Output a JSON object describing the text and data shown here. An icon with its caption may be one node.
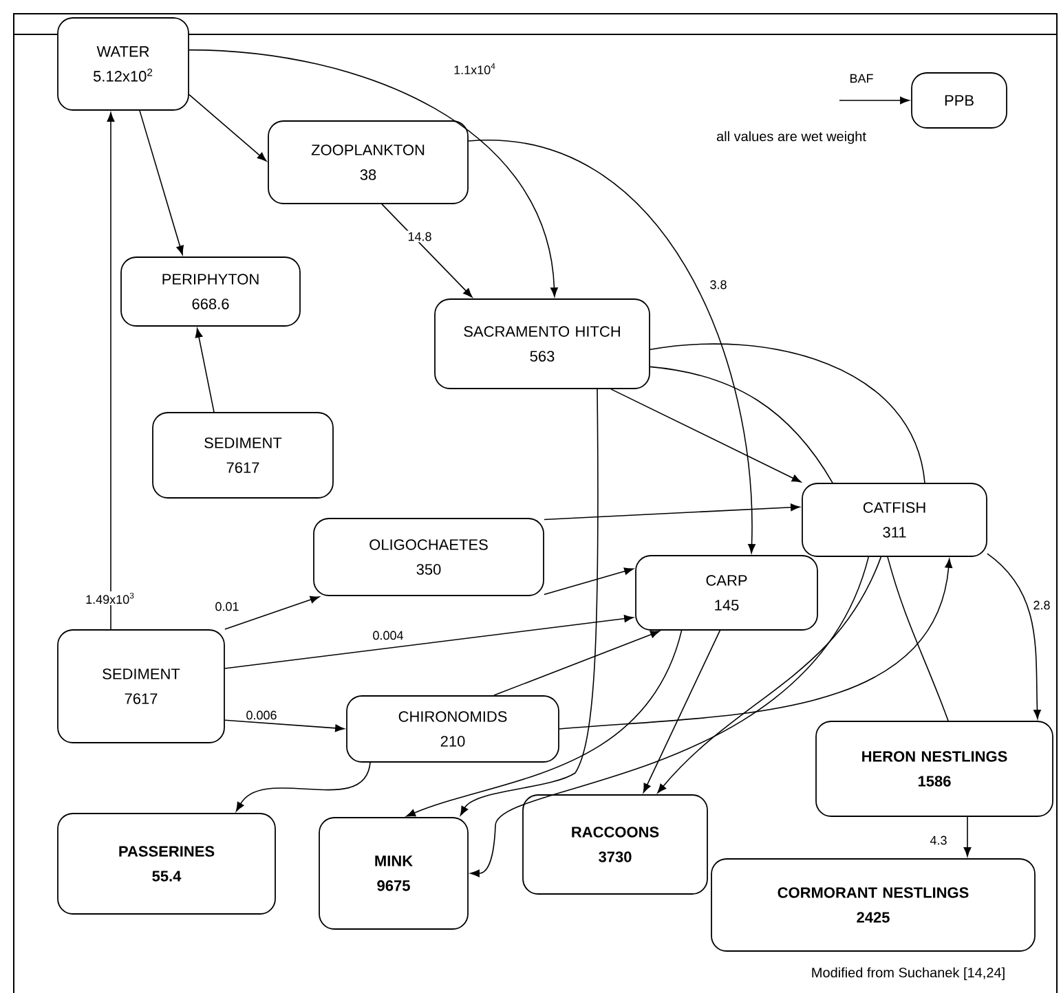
{
  "diagram": {
    "nodes": [
      {
        "text": [
          "WATER",
          "5.12x10$^{2}$"
        ]
      },
      {
        "text": [
          "ZOOPLANKTON",
          "38"
        ]
      },
      {
        "text": [
          "PERIPHYTON",
          "668.6"
        ]
      },
      {
        "text": [
          "SACRAMENTO HITCH",
          "563"
        ]
      },
      {
        "text": [
          "SEDIMENT",
          "7617"
        ]
      },
      {
        "text": [
          "OLIGOCHAETES",
          "350"
        ]
      },
      {
        "text": [
          "CARP",
          "145"
        ]
      },
      {
        "text": [
          "CATFISH",
          "311"
        ]
      },
      {
        "text": [
          "SEDIMENT",
          "7617"
        ]
      },
      {
        "text": [
          "CHIRONOMIDS",
          "210"
        ]
      },
      {
        "text": [
          "PASSERINES",
          "55.4"
        ]
      },
      {
        "text": [
          "MINK",
          "9675"
        ]
      },
      {
        "text": [
          "RACCOONS",
          "3730"
        ]
      },
      {
        "text": [
          "HERON NESTLINGS",
          "1586"
        ]
      },
      {
        "text": [
          "CORMORANT NESTLINGS",
          "2425"
        ]
      },
      {
        "text": [
          "PPB"
        ]
      }
    ],
    "edges": [
      {
        "from": 0,
        "to": 1,
        "arrow": "to"
      },
      {
        "from": 0,
        "to": 2,
        "arrow": "to"
      },
      {
        "from": 8,
        "to": 0,
        "arrow": "to",
        "label": "1.49x10$^{3}$"
      },
      {
        "from": 0,
        "to": 3,
        "arrow": "to",
        "label": "1.1x10$^{4}$"
      },
      {
        "from": 1,
        "to": 3,
        "arrow": "to",
        "label": "14.8"
      },
      {
        "from": 1,
        "to": 6,
        "arrow": "to",
        "label": "3.8"
      },
      {
        "from": 4,
        "to": 2,
        "arrow": "to"
      },
      {
        "from": 8,
        "to": 5,
        "arrow": "to",
        "label": "0.01"
      },
      {
        "from": 8,
        "to": 6,
        "arrow": "to",
        "label": "0.004"
      },
      {
        "from": 8,
        "to": 9,
        "arrow": "to",
        "label": "0.006"
      },
      {
        "from": 5,
        "to": 7,
        "arrow": "to"
      },
      {
        "from": 5,
        "to": 6,
        "arrow": "to"
      },
      {
        "from": 3,
        "to": 7,
        "arrow": "to"
      },
      {
        "from": 3,
        "to": 7,
        "arrow": "none"
      },
      {
        "from": 3,
        "to": 7,
        "arrow": "none"
      },
      {
        "from": 3,
        "to": 11,
        "arrow": "to"
      },
      {
        "from": 9,
        "to": 6,
        "arrow": "to"
      },
      {
        "from": 9,
        "to": 7,
        "arrow": "to"
      },
      {
        "from": 9,
        "to": 10,
        "arrow": "to"
      },
      {
        "from": 6,
        "to": 11,
        "arrow": "to"
      },
      {
        "from": 6,
        "to": 12,
        "arrow": "to"
      },
      {
        "from": 7,
        "to": 11,
        "arrow": "to"
      },
      {
        "from": 7,
        "to": 12,
        "arrow": "to"
      },
      {
        "from": 7,
        "to": 13,
        "arrow": "to",
        "label": "2.8"
      },
      {
        "from": 7,
        "to": 13,
        "arrow": "none"
      },
      {
        "from": 13,
        "to": 14,
        "arrow": "to",
        "label": "4.3"
      },
      {
        "from": null,
        "to": 15,
        "arrow": "to",
        "label": "BAF"
      }
    ],
    "labels": [
      "all values are wet weight",
      "Modified from Suchanek [14,24]"
    ]
  }
}
